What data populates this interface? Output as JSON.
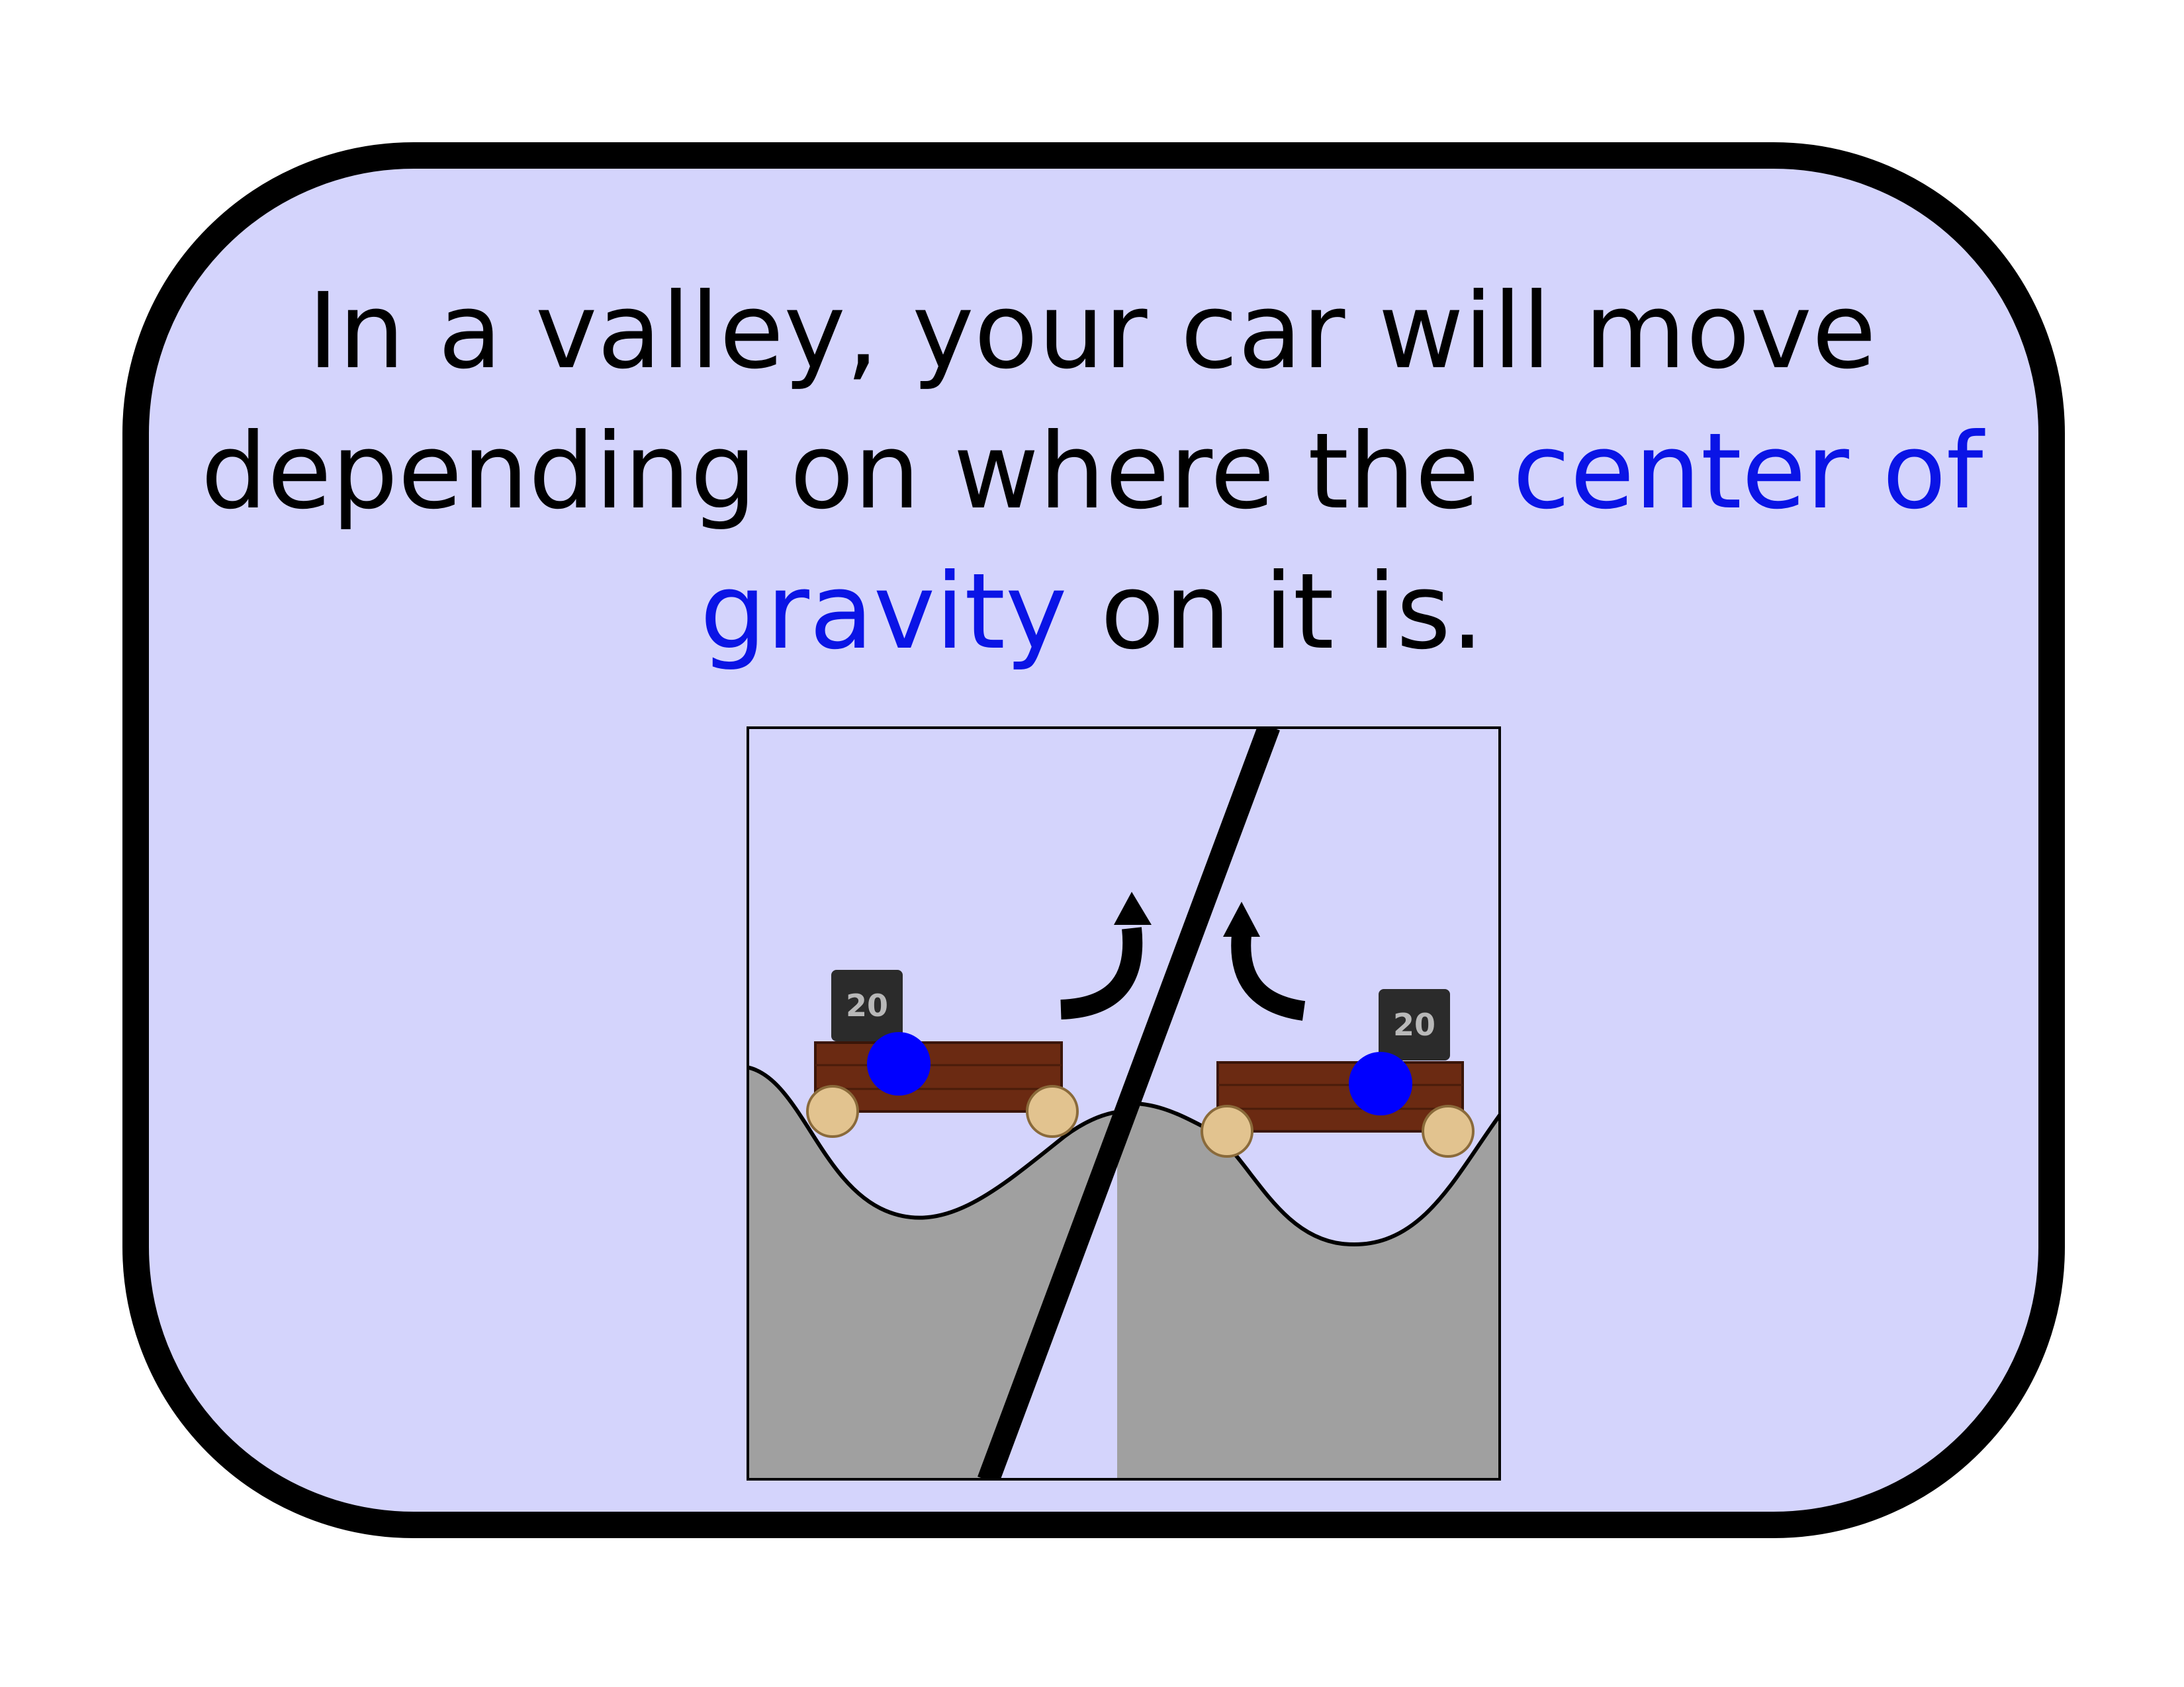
{
  "caption": {
    "line1": "In a valley, your car will move",
    "line2_before": "depending on where the ",
    "line2_highlight": "center of",
    "line3_highlight": "gravity",
    "line3_after": " on it is."
  },
  "illustration": {
    "left_weight_label": "20",
    "right_weight_label": "20"
  },
  "colors": {
    "card_background": "#d4d4fc",
    "highlight_text": "#0a14e6",
    "center_of_gravity_dot": "#0000ff",
    "ground": "#a0a0a0",
    "car_body": "#6b2a12",
    "wheel": "#e2c38f"
  }
}
